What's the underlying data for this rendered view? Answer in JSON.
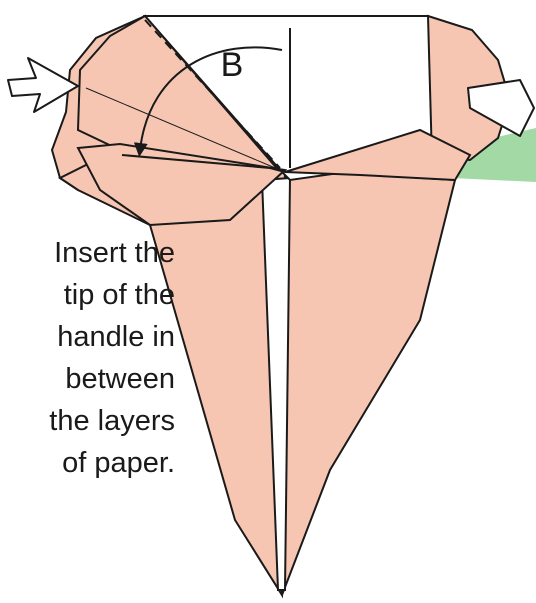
{
  "step_label": "B",
  "instruction_lines": [
    "Insert the",
    "tip of the",
    "handle in",
    "between",
    "the layers",
    "of paper."
  ],
  "colors": {
    "paper": "#f7c6b2",
    "paper_white": "#ffffff",
    "stroke": "#1a1a1a",
    "handle": "#a3d9a5"
  }
}
